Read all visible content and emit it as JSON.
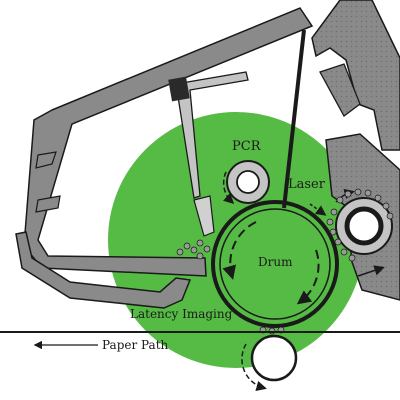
{
  "labels": {
    "pcr": "PCR",
    "laser": "Laser",
    "drum": "Drum",
    "latency_imaging": "Latency Imaging",
    "paper_path": "Paper Path"
  },
  "colors": {
    "highlight": "#55bb44",
    "housing": "#8a8a8a",
    "housing_light": "#c4c4c4",
    "outline": "#1a1a1a",
    "background": "#ffffff"
  },
  "icons": {
    "paper_direction": "arrow-left-icon",
    "drum_rotation": "circular-arrow-icon"
  }
}
